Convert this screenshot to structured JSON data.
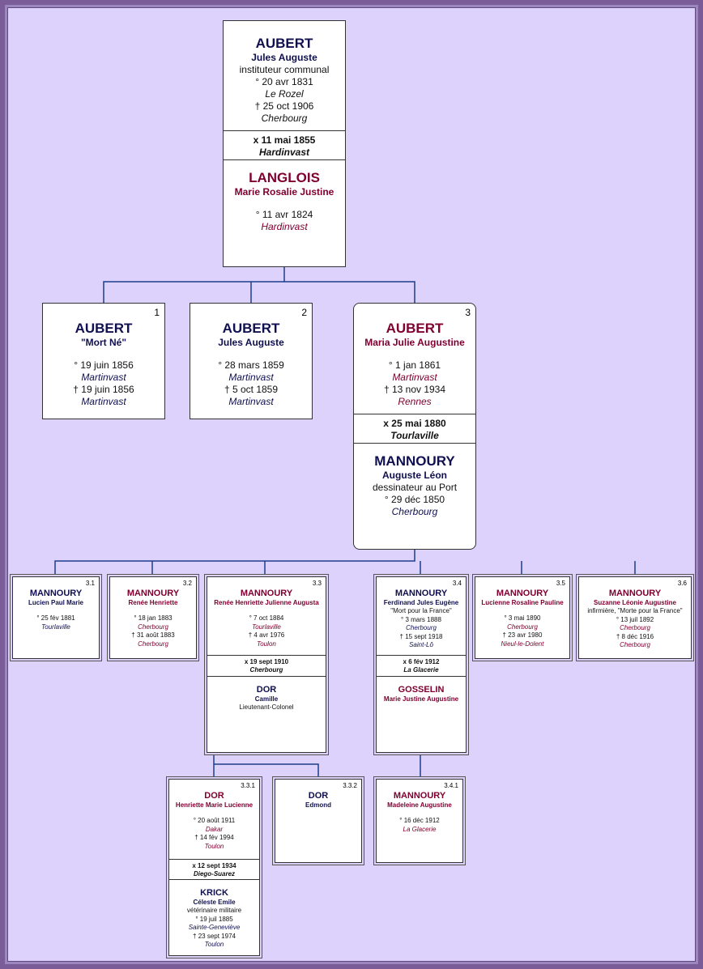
{
  "couple": {
    "husband": {
      "surname": "AUBERT",
      "given": "Jules Auguste",
      "occupation": "instituteur communal",
      "birth": "° 20 avr 1831",
      "birth_place": "Le Rozel",
      "death": "† 25 oct 1906",
      "death_place": "Cherbourg"
    },
    "marriage": {
      "date": "x 11 mai 1855",
      "place": "Hardinvast"
    },
    "wife": {
      "surname": "LANGLOIS",
      "given": "Marie Rosalie Justine",
      "birth": "° 11 avr 1824",
      "birth_place": "Hardinvast"
    }
  },
  "children": [
    {
      "num": "1",
      "surname": "AUBERT",
      "given": "\"Mort Né\"",
      "birth": "° 19 juin 1856",
      "birth_place": "Martinvast",
      "death": "† 19 juin 1856",
      "death_place": "Martinvast"
    },
    {
      "num": "2",
      "surname": "AUBERT",
      "given": "Jules Auguste",
      "birth": "° 28 mars 1859",
      "birth_place": "Martinvast",
      "death": "† 5 oct 1859",
      "death_place": "Martinvast"
    },
    {
      "num": "3",
      "surname": "AUBERT",
      "given": "Maria Julie Augustine",
      "birth": "° 1 jan 1861",
      "birth_place": "Martinvast",
      "death": "† 13 nov 1934",
      "death_place": "Rennes",
      "marriage": {
        "date": "x 25 mai 1880",
        "place": "Tourlaville"
      },
      "spouse": {
        "surname": "MANNOURY",
        "given": "Auguste Léon",
        "occupation": "dessinateur au Port",
        "birth": "° 29 déc 1850",
        "birth_place": "Cherbourg"
      }
    }
  ],
  "grandchildren": [
    {
      "num": "3.1",
      "surname": "MANNOURY",
      "given": "Lucien Paul Marie",
      "birth": "° 25 fév 1881",
      "birth_place": "Tourlaville"
    },
    {
      "num": "3.2",
      "surname": "MANNOURY",
      "given": "Renée Henriette",
      "birth": "° 18 jan 1883",
      "birth_place": "Cherbourg",
      "death": "† 31 août 1883",
      "death_place": "Cherbourg"
    },
    {
      "num": "3.3",
      "surname": "MANNOURY",
      "given": "Renée Henriette Julienne Augusta",
      "birth": "° 7 oct 1884",
      "birth_place": "Tourlaville",
      "death": "† 4 avr 1976",
      "death_place": "Toulon",
      "marriage": {
        "date": "x 19 sept 1910",
        "place": "Cherbourg"
      },
      "spouse": {
        "surname": "DOR",
        "given": "Camille",
        "occupation": "Lieutenant-Colonel"
      }
    },
    {
      "num": "3.4",
      "surname": "MANNOURY",
      "given": "Ferdinand Jules Eugène",
      "note": "\"Mort pour la France\"",
      "birth": "° 3 mars 1888",
      "birth_place": "Cherbourg",
      "death": "† 15 sept 1918",
      "death_place": "Saint-Lô",
      "marriage": {
        "date": "x 6 fév 1912",
        "place": "La Glacerie"
      },
      "spouse": {
        "surname": "GOSSELIN",
        "given": "Marie Justine Augustine"
      }
    },
    {
      "num": "3.5",
      "surname": "MANNOURY",
      "given": "Lucienne Rosaline Pauline",
      "birth": "° 3 mai 1890",
      "birth_place": "Cherbourg",
      "death": "† 23 avr 1980",
      "death_place": "Nieul-le-Dolent"
    },
    {
      "num": "3.6",
      "surname": "MANNOURY",
      "given": "Suzanne Léonie Augustine",
      "occupation": "infirmière, \"Morte pour la France\"",
      "birth": "° 13 juil 1892",
      "birth_place": "Cherbourg",
      "death": "† 8 déc 1916",
      "death_place": "Cherbourg"
    }
  ],
  "great_grandchildren": [
    {
      "num": "3.3.1",
      "surname": "DOR",
      "given": "Henriette Marie Lucienne",
      "birth": "° 20 août 1911",
      "birth_place": "Dakar",
      "death": "† 14 fév 1994",
      "death_place": "Toulon",
      "marriage": {
        "date": "x 12 sept 1934",
        "place": "Diego-Suarez"
      },
      "spouse": {
        "surname": "KRICK",
        "given": "Céleste Emile",
        "occupation": "vétérinaire militaire",
        "birth": "° 19 juil 1885",
        "birth_place": "Sainte-Geneviève",
        "death": "† 23 sept 1974",
        "death_place": "Toulon"
      }
    },
    {
      "num": "3.3.2",
      "surname": "DOR",
      "given": "Edmond"
    },
    {
      "num": "3.4.1",
      "surname": "MANNOURY",
      "given": "Madeleine Augustine",
      "birth": "° 16 déc 1912",
      "birth_place": "La Glacerie"
    }
  ],
  "colors": {
    "male": "#101050",
    "female": "#800030",
    "background": "#dcd2fb",
    "connector": "#1f3c8c"
  }
}
